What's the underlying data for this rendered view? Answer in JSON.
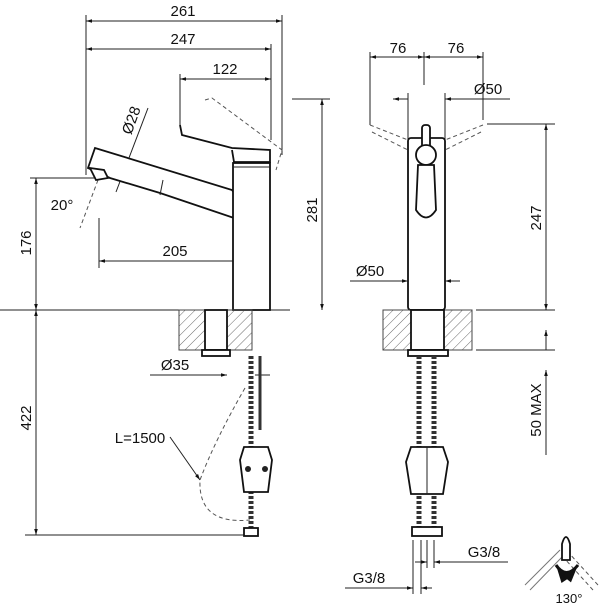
{
  "side_view": {
    "dim_overall_length": "261",
    "dim_spout_length": "247",
    "dim_lever_length": "122",
    "dim_total_height": "281",
    "dim_outlet_height": "176",
    "dim_spout_reach": "205",
    "dim_spout_diameter": "Ø28",
    "dim_spray_angle": "20°",
    "dim_shank_diameter": "Ø35",
    "dim_hose_depth": "422",
    "hose_length": "L=1500"
  },
  "front_view": {
    "dim_lever_left": "76",
    "dim_lever_right": "76",
    "dim_head_diameter": "Ø50",
    "dim_body_height": "247",
    "dim_body_diameter": "Ø50",
    "dim_counter_thickness": "50 MAX",
    "connection_hot": "G3/8",
    "connection_cold": "G3/8"
  },
  "rotation_icon": {
    "angle": "130°"
  }
}
